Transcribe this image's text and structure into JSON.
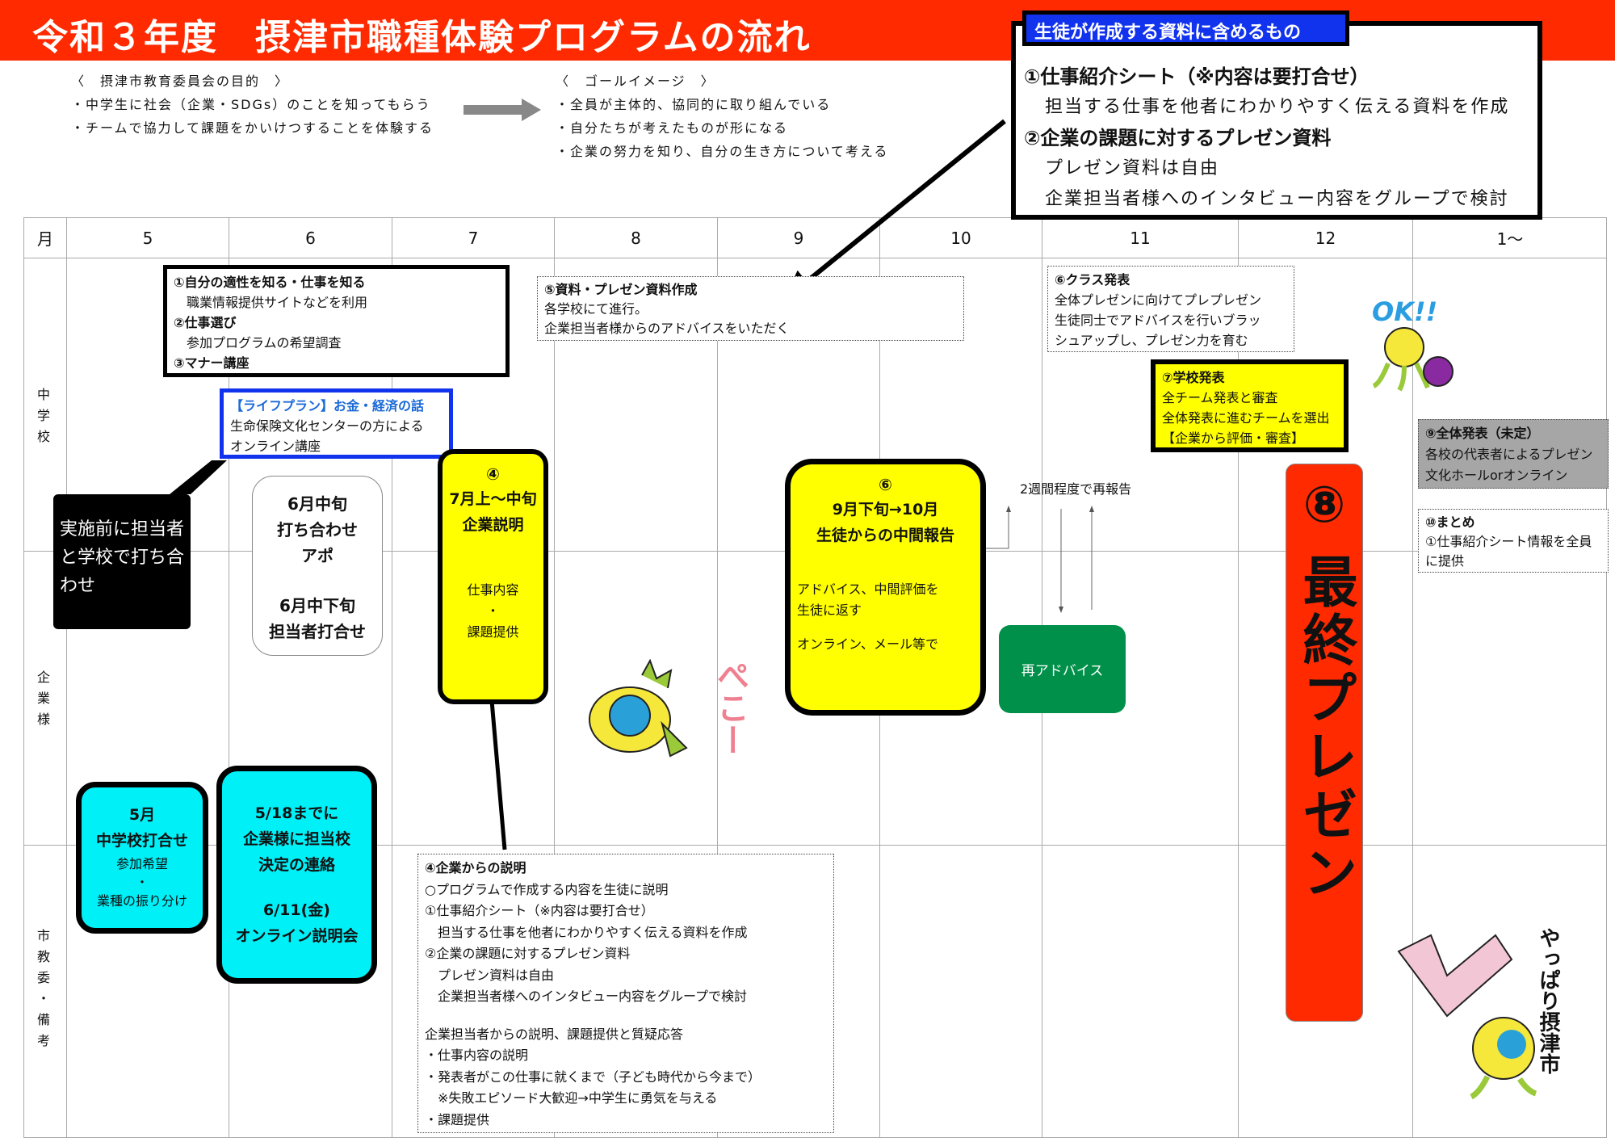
{
  "header": {
    "title": "令和３年度　摂津市職種体験プログラムの流れ"
  },
  "purpose": {
    "heading": "〈　摂津市教育委員会の目的　〉",
    "items": [
      "・中学生に社会（企業・SDGs）のことを知ってもらう",
      "・チームで協力して課題をかいけつすることを体験する"
    ]
  },
  "goal": {
    "heading": "〈　ゴールイメージ　〉",
    "items": [
      "・全員が主体的、協同的に取り組んでいる",
      "・自分たちが考えたものが形になる",
      "・企業の努力を知り、自分の生き方について考える"
    ]
  },
  "materials": {
    "label": "生徒が作成する資料に含めるもの",
    "item1": "①仕事紹介シート（※内容は要打合せ）",
    "item1_desc": "担当する仕事を他者にわかりやすく伝える資料を作成",
    "item2": "②企業の課題に対するプレゼン資料",
    "item2_desc1": "プレゼン資料は自由",
    "item2_desc2": "企業担当者様へのインタビュー内容をグループで検討"
  },
  "table": {
    "month_label": "月",
    "months": [
      "5",
      "6",
      "7",
      "8",
      "9",
      "10",
      "11",
      "12",
      "1～"
    ],
    "rows": [
      "中学校",
      "企業様",
      "市教委・備考"
    ]
  },
  "steps123": {
    "s1": "①自分の適性を知る・仕事を知る",
    "s1d": "職業情報提供サイトなどを利用",
    "s2": "②仕事選び",
    "s2d": "参加プログラムの希望調査",
    "s3": "③マナー講座"
  },
  "lifeplan": {
    "title": "【ライフプラン】お金・経済の話",
    "l1": "生命保険文化センターの方による",
    "l2": "オンライン講座"
  },
  "callout": {
    "text": "実施前に担当者と学校で打ち合わせ"
  },
  "june": {
    "l1": "6月中旬",
    "l2": "打ち合わせ",
    "l3": "アポ",
    "l4": "6月中下旬",
    "l5": "担当者打合せ"
  },
  "step4": {
    "num": "④",
    "l1": "7月上～中旬",
    "l2": "企業説明",
    "l3": "仕事内容",
    "l4": "・",
    "l5": "課題提供"
  },
  "step5": {
    "title": "⑤資料・プレゼン資料作成",
    "l1": "各学校にて進行。",
    "l2": "企業担当者様からのアドバイスをいただく"
  },
  "step6mid": {
    "num": "⑥",
    "l1": "9月下旬→10月",
    "l2": "生徒からの中間報告",
    "l3": "アドバイス、中間評価を",
    "l4": "生徒に返す",
    "l5": "オンライン、メール等で"
  },
  "rereport": "2週間程度で再報告",
  "readvice": "再アドバイス",
  "step6class": {
    "title": "⑥クラス発表",
    "l1": "全体プレゼンに向けてプレプレゼン",
    "l2": "生徒同士でアドバイスを行いブラッ",
    "l3": "シュアップし、プレゼン力を育む"
  },
  "step7": {
    "title": "⑦学校発表",
    "l1": "全チーム発表と審査",
    "l2": "全体発表に進むチームを選出",
    "l3": "【企業から評価・審査】"
  },
  "step8": {
    "num": "⑧",
    "text": "最終プレゼン"
  },
  "step9": {
    "title": "⑨全体発表（未定）",
    "l1": "各校の代表者によるプレゼン",
    "l2": "文化ホールorオンライン"
  },
  "step10": {
    "title": "⑩まとめ",
    "l1": "①仕事紹介シート情報を全員",
    "l2": "に提供"
  },
  "may": {
    "l1": "5月",
    "l2": "中学校打合せ",
    "l3": "参加希望",
    "l4": "・",
    "l5": "業種の振り分け"
  },
  "may18": {
    "l1": "5/18までに",
    "l2": "企業様に担当校",
    "l3": "決定の連絡",
    "l4": "6/11(金)",
    "l5": "オンライン説明会"
  },
  "step4desc": {
    "title": "④企業からの説明",
    "lines": [
      "○プログラムで作成する内容を生徒に説明",
      "①仕事紹介シート（※内容は要打合せ）",
      "　担当する仕事を他者にわかりやすく伝える資料を作成",
      "②企業の課題に対するプレゼン資料",
      "　プレゼン資料は自由",
      "　企業担当者様へのインタビュー内容をグループで検討",
      "",
      "企業担当者からの説明、課題提供と質疑応答",
      "・仕事内容の説明",
      "・発表者がこの仕事に就くまで（子ども時代から今まで）",
      "　※失敗エピソード大歓迎→中学生に勇気を与える",
      "・課題提供"
    ]
  },
  "mascots": {
    "ok": "OK!!",
    "peko": "ぺこー",
    "yappari": "やっぱり摂津市"
  },
  "colors": {
    "red": "#ff2a00",
    "yellow": "#ffff00",
    "cyan": "#00f0f8",
    "green": "#00904a",
    "blue": "#1133ee",
    "gray": "#a6a6a6"
  }
}
